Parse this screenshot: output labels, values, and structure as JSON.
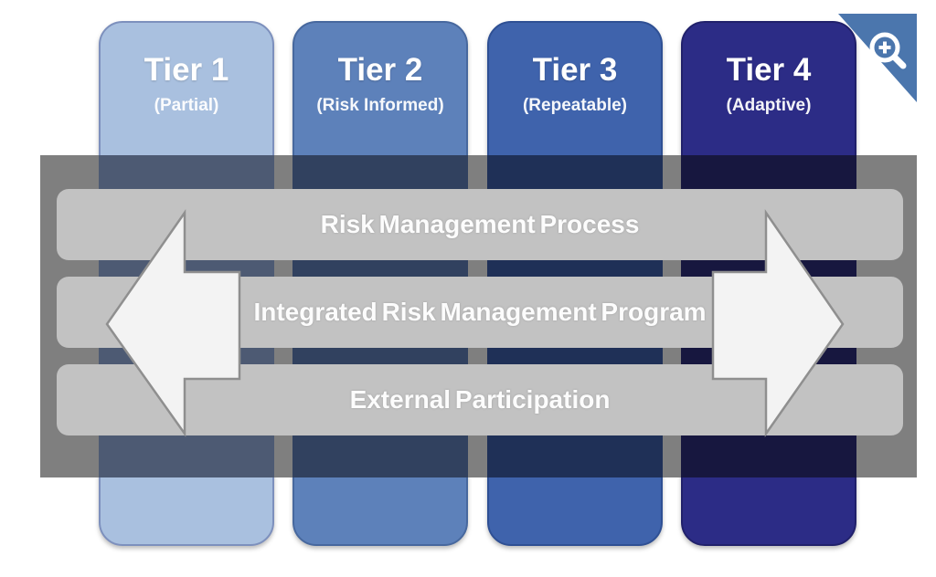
{
  "diagram": {
    "tiers": [
      {
        "title": "Tier 1",
        "subtitle": "(Partial)",
        "color": "#a9c0df",
        "border_color": "#7d90bd",
        "shaded_color": "#4d5a73"
      },
      {
        "title": "Tier 2",
        "subtitle": "(Risk Informed)",
        "color": "#5d81ba",
        "border_color": "#47689e",
        "shaded_color": "#31415f"
      },
      {
        "title": "Tier 3",
        "subtitle": "(Repeatable)",
        "color": "#3f63ac",
        "border_color": "#2f5094",
        "shaded_color": "#1f3057"
      },
      {
        "title": "Tier 4",
        "subtitle": "(Adaptive)",
        "color": "#2c2c86",
        "border_color": "#21216b",
        "shaded_color": "#17173f"
      }
    ],
    "bars": [
      {
        "label": "Risk Management Process"
      },
      {
        "label": "Integrated Risk Management Program"
      },
      {
        "label": "External Participation"
      }
    ],
    "arrows": {
      "left": "left-arrow",
      "right": "right-arrow"
    },
    "badge": {
      "icon": "zoom-in-icon",
      "color": "#4b76ad",
      "icon_color": "#ffffff"
    },
    "colors": {
      "background": "#ffffff",
      "band": "#7f7f7f",
      "bar": "#c2c2c2",
      "bar_text": "#fcfcfc",
      "arrow_fill": "#f3f3f3",
      "arrow_stroke": "#8f8f8f"
    }
  }
}
